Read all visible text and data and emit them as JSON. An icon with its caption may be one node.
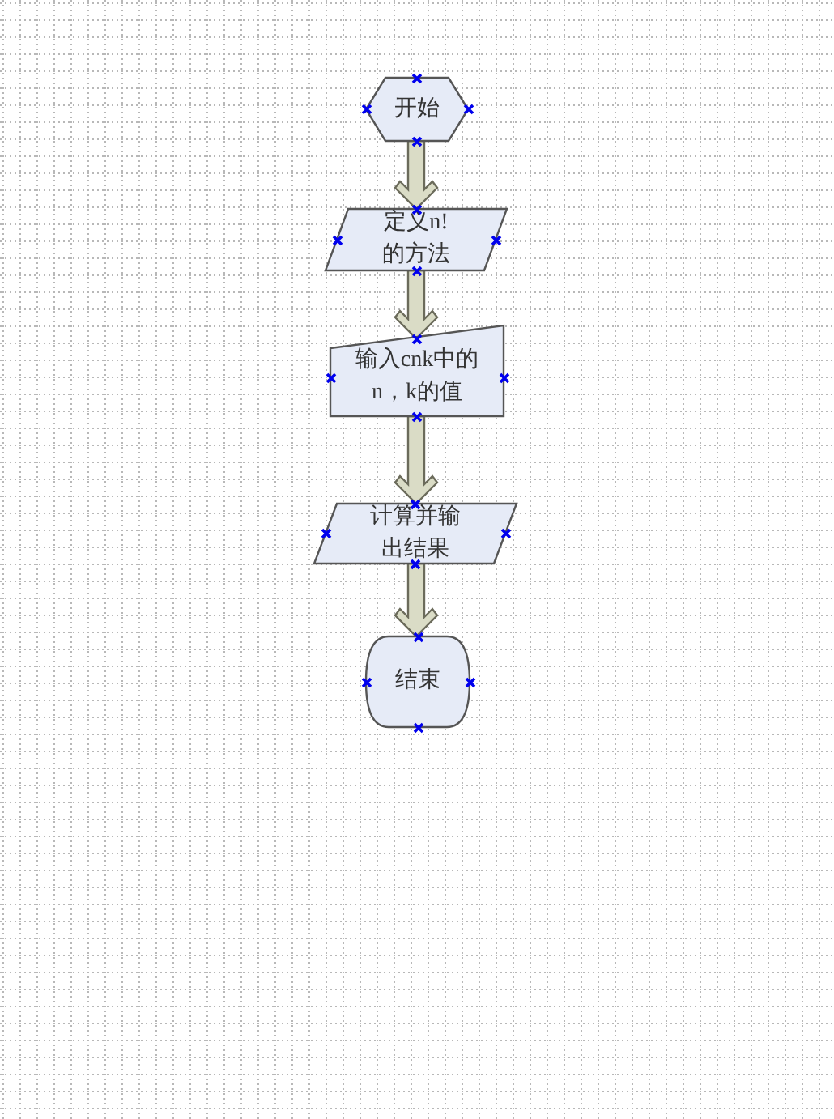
{
  "diagram": {
    "nodes": [
      {
        "text": [
          "开始"
        ]
      },
      {
        "text": [
          "定义n!的方法"
        ]
      },
      {
        "text": [
          "输入cnk中的n，k的值"
        ]
      },
      {
        "text": [
          "计算并输出结果"
        ]
      },
      {
        "text": [
          "结束"
        ]
      }
    ],
    "edges": [
      {
        "from": 0,
        "to": 1,
        "arrow": "to",
        "style": "thick"
      },
      {
        "from": 1,
        "to": 2,
        "arrow": "to",
        "style": "thick"
      },
      {
        "from": 2,
        "to": 3,
        "arrow": "to",
        "style": "thick"
      },
      {
        "from": 3,
        "to": 4,
        "arrow": "to",
        "style": "thick"
      }
    ]
  }
}
